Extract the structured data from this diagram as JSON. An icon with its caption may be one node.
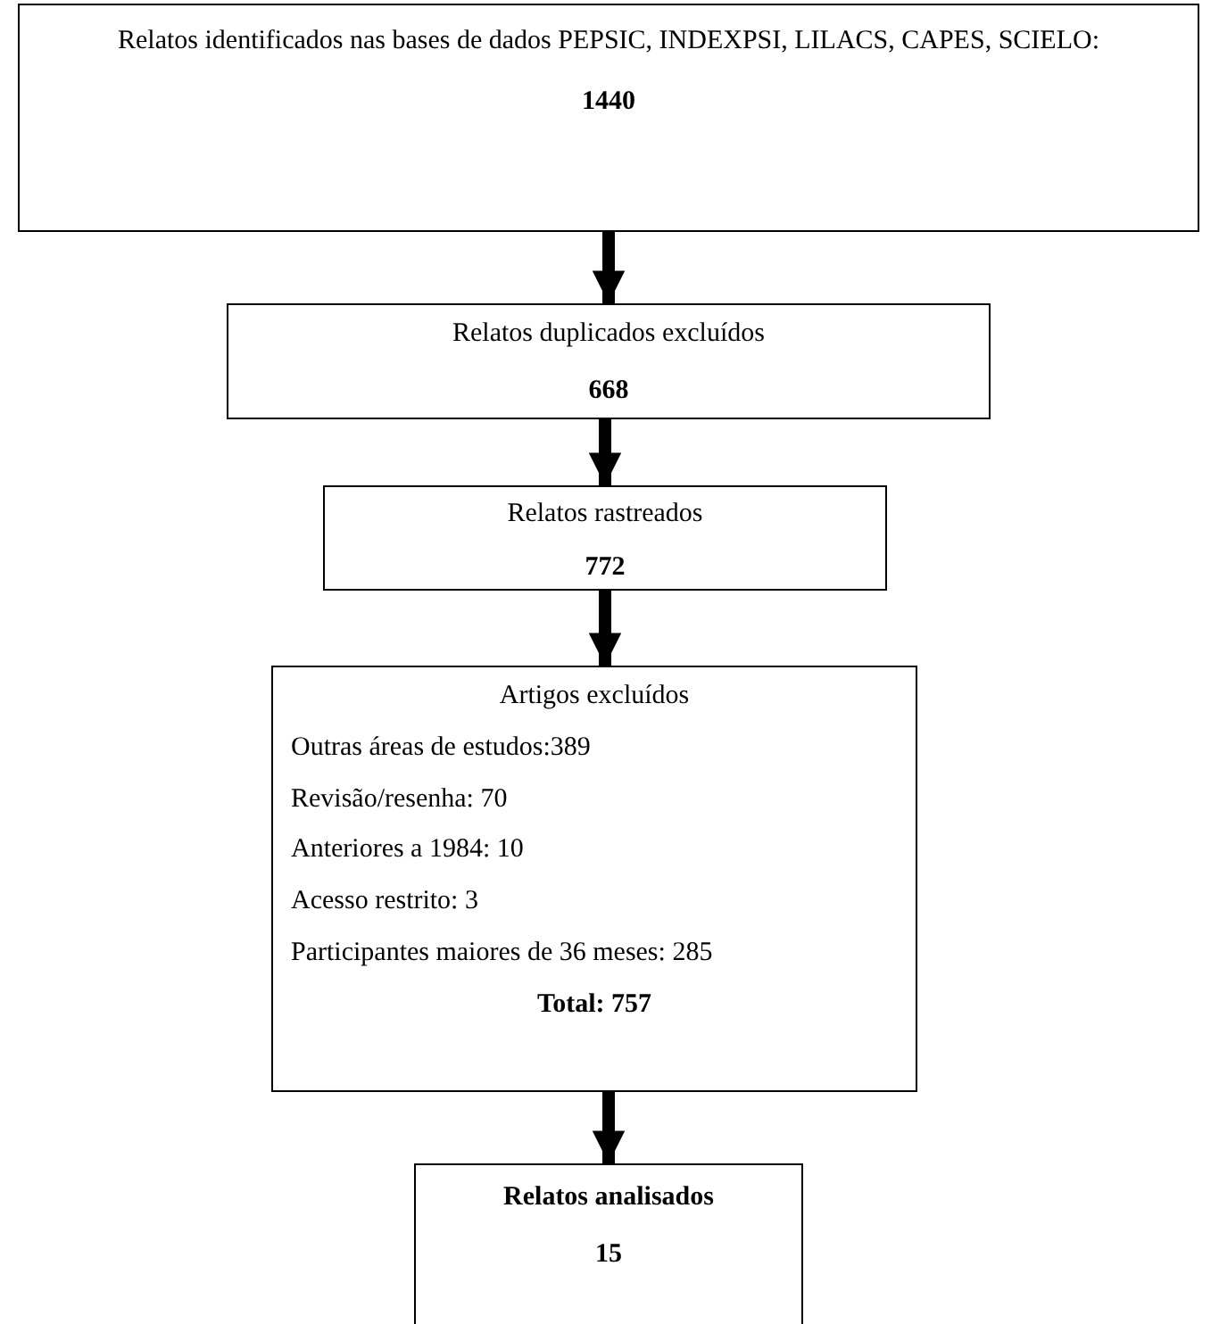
{
  "diagram": {
    "nodes": [
      {
        "text": [
          "Relatos identificados nas bases de dados PEPSIC, INDEXPSI, LILACS, CAPES, SCIELO:",
          "1440"
        ]
      },
      {
        "text": [
          "Relatos duplicados excluídos",
          "668"
        ]
      },
      {
        "text": [
          "Relatos rastreados",
          "772"
        ]
      },
      {
        "text": [
          "Artigos excluídos",
          "Outras áreas de estudos:389",
          "Revisão/resenha: 70",
          "Anteriores a 1984: 10",
          "Acesso restrito: 3",
          "Participantes maiores de 36 meses: 285",
          "Total: 757"
        ]
      },
      {
        "text": [
          "Relatos analisados",
          "15"
        ]
      }
    ],
    "edges": [
      {
        "from": 0,
        "to": 1,
        "arrow": "to"
      },
      {
        "from": 1,
        "to": 2,
        "arrow": "to"
      },
      {
        "from": 2,
        "to": 3,
        "arrow": "to"
      },
      {
        "from": 3,
        "to": 4,
        "arrow": "to"
      }
    ]
  }
}
